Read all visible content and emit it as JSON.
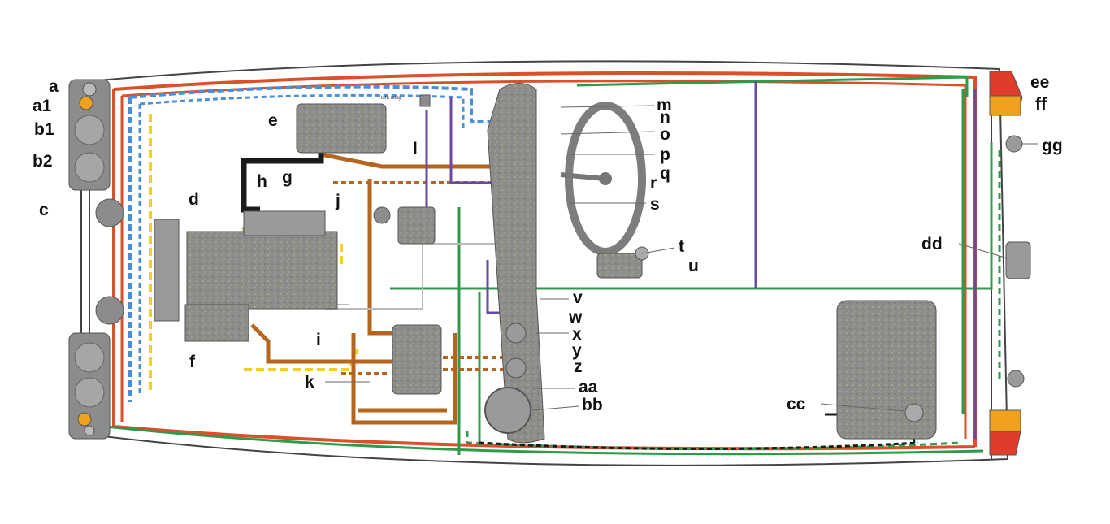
{
  "diagram": {
    "component_labels": {
      "a": "a",
      "a1": "a1",
      "b1": "b1",
      "b2": "b2",
      "c": "c",
      "d": "d",
      "e": "e",
      "f": "f",
      "g": "g",
      "h": "h",
      "i": "i",
      "j": "j",
      "k": "k",
      "l": "l",
      "m": "m",
      "n": "n",
      "o": "o",
      "p": "p",
      "q": "q",
      "r": "r",
      "s": "s",
      "t": "t",
      "u": "u",
      "v": "v",
      "w": "w",
      "x": "x",
      "y": "y",
      "z": "z",
      "aa": "aa",
      "bb": "bb",
      "cc": "cc",
      "dd": "dd",
      "ee": "ee",
      "ff": "ff",
      "gg": "gg"
    },
    "small_text": {
      "horn_relay": "Horn relay"
    },
    "colors": {
      "red_wire": "#d9502a",
      "blue_wire": "#4a8fd8",
      "green_wire": "#2f9a4a",
      "yellow_wire": "#f2d02a",
      "brown_wire": "#b5651d",
      "purple_wire": "#6a4aa0",
      "black_wire": "#1a1a1a",
      "component_gray": "#8f8f8f",
      "body_outline": "#333333"
    }
  }
}
